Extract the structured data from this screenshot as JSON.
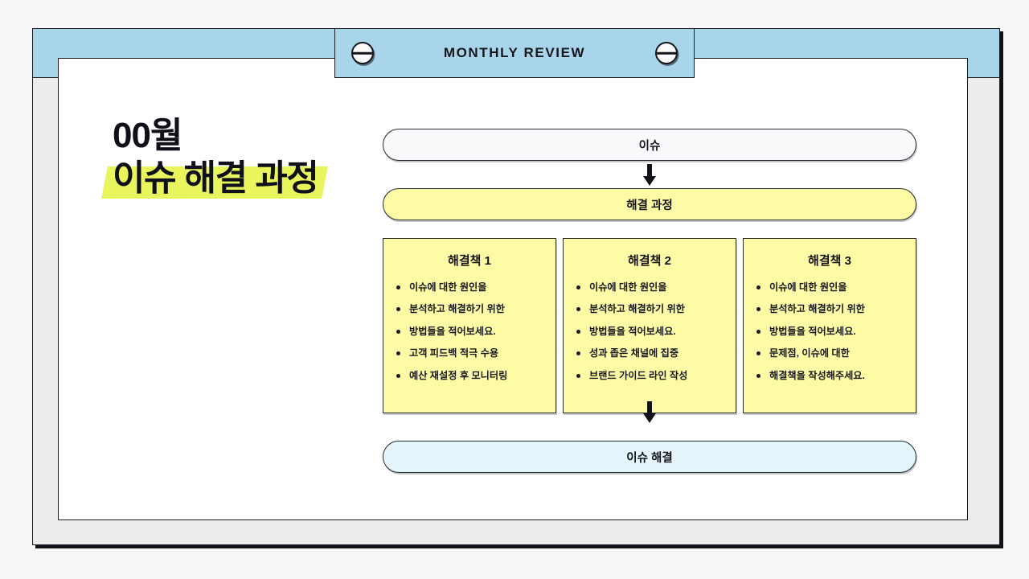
{
  "header": {
    "deck_title": "MONTHLY REVIEW",
    "left_screw_icon": "screw-icon",
    "right_screw_icon": "screw-icon",
    "band_color": "#a9d5ea"
  },
  "headline": {
    "line1": "00월",
    "line2": "이슈 해결 과정",
    "highlight_color": "#e9f55d"
  },
  "flow": {
    "issue": {
      "label": "이슈",
      "color": "#faf8fa"
    },
    "process": {
      "label": "해결 과정",
      "color": "#fdfba6"
    },
    "resolved": {
      "label": "이슈 해결",
      "color": "#e5f5fc"
    },
    "arrow_icon": "arrow-down-icon",
    "columns": [
      {
        "title": "해결책 1",
        "items": [
          "이슈에 대한 원인을",
          "분석하고 해결하기 위한",
          "방법들을 적어보세요.",
          "고객 피드백 적극 수용",
          "예산 재설정 후 모니터링"
        ]
      },
      {
        "title": "해결책 2",
        "items": [
          "이슈에 대한 원인을",
          "분석하고 해결하기 위한",
          "방법들을 적어보세요.",
          "성과 좁은 채널에 집중",
          "브랜드 가이드 라인 작성"
        ]
      },
      {
        "title": "해결책 3",
        "items": [
          "이슈에 대한 원인을",
          "분석하고 해결하기 위한",
          "방법들을 적어보세요.",
          "문제점, 이슈에 대한",
          "해결책을 작성해주세요."
        ]
      }
    ]
  }
}
